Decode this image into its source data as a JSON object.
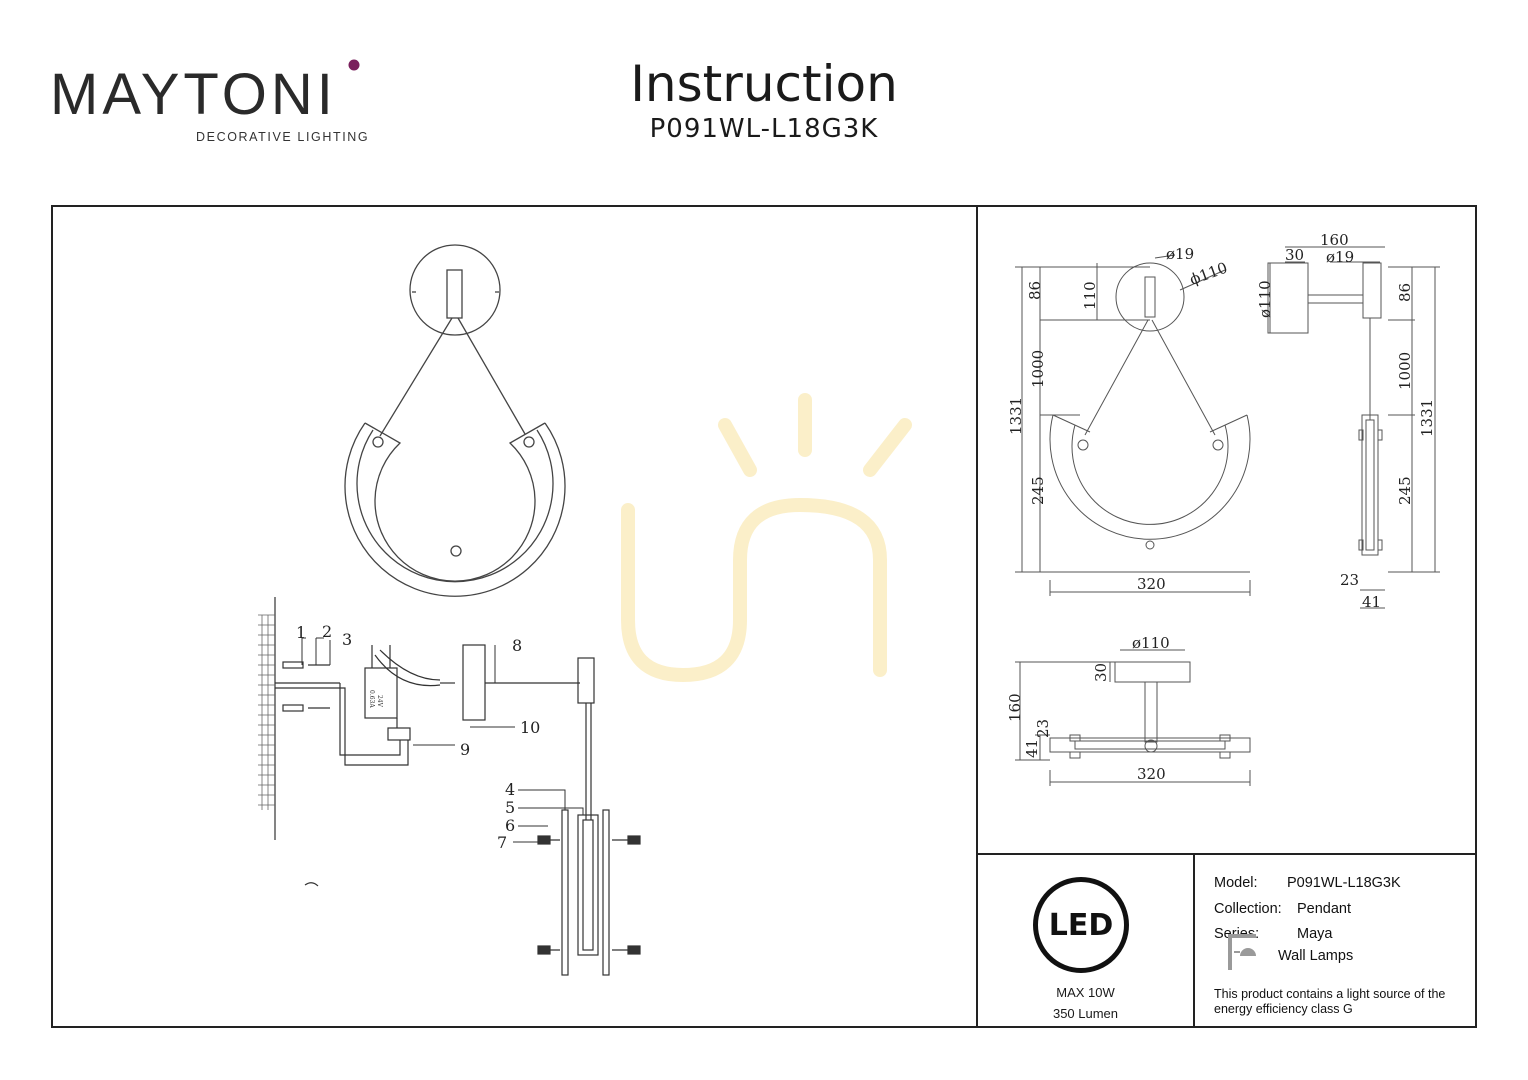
{
  "brand": {
    "name": "MAYTONI",
    "tagline": "DECORATIVE LIGHTING"
  },
  "header": {
    "title": "Instruction",
    "model_code": "P091WL-L18G3K"
  },
  "assembly": {
    "part_labels": [
      "1",
      "2",
      "3",
      "4",
      "5",
      "6",
      "7",
      "8",
      "9",
      "10"
    ],
    "driver_label_1": "24V",
    "driver_label_2": "0.63A"
  },
  "dimensions": {
    "front": {
      "d_rod": "ø19",
      "d_canopy": "ϕ110",
      "h_canopy": "86",
      "w_canopy": "110",
      "h_cable": "1000",
      "h_total": "1331",
      "h_ring": "245",
      "w_ring": "320"
    },
    "side": {
      "depth": "160",
      "d_arm": "ø19",
      "base": "30",
      "d_canopy": "ø110",
      "h_canopy": "86",
      "h_cable": "1000",
      "h_total": "1331",
      "h_ring": "245",
      "t_inner": "23",
      "t_outer": "41"
    },
    "top": {
      "d_canopy": "ø110",
      "base": "30",
      "depth": "160",
      "t_inner": "23",
      "t_outer": "41",
      "width": "320"
    }
  },
  "led": {
    "badge": "LED",
    "power": "MAX 10W",
    "lumen": "350 Lumen"
  },
  "specs": {
    "model_label": "Model:",
    "model_value": "P091WL-L18G3K",
    "collection_label": "Collection:",
    "collection_value": "Pendant",
    "series_label": "Series:",
    "series_value": "Maya",
    "category_value": "Wall Lamps",
    "energy_note": "This product contains a light source of the energy efficiency class G"
  },
  "colors": {
    "ink": "#1a1a1a",
    "brand_accent": "#7a1f5c",
    "watermark": "#fbefc9"
  },
  "icons": [
    "wall-lamp-icon",
    "logo-dot-icon",
    "watermark-icon"
  ]
}
